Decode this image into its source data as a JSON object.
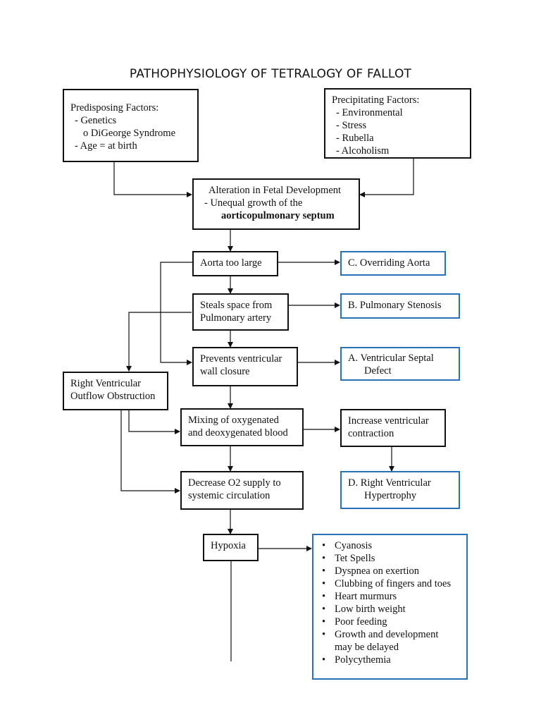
{
  "title": "PATHOPHYSIOLOGY OF TETRALOGY OF FALLOT",
  "colors": {
    "outline": "#111111",
    "manifestation_outline": "#2a72b8"
  },
  "predisposing": {
    "heading": "Predisposing Factors:",
    "item1": "-   Genetics",
    "item1_sub": "o   DiGeorge Syndrome",
    "item2": "-   Age = at birth"
  },
  "precipitating": {
    "heading": "Precipitating Factors:",
    "items": [
      "-   Environmental",
      "-   Stress",
      "-   Rubella",
      "-   Alcoholism"
    ]
  },
  "alteration": {
    "line1": "Alteration in Fetal Development",
    "line2": "-   Unequal growth of the",
    "line3": "aorticopulmonary septum"
  },
  "aorta_large": "Aorta too large",
  "steals": {
    "line1": "Steals space from",
    "line2": "Pulmonary artery"
  },
  "prevents": {
    "line1": "Prevents ventricular",
    "line2": "wall closure"
  },
  "rvoo": {
    "line1": "Right Ventricular",
    "line2": "Outflow Obstruction"
  },
  "mixing": {
    "line1": "Mixing of oxygenated",
    "line2": "and deoxygenated blood"
  },
  "decrease": {
    "line1": "Decrease O2 supply to",
    "line2": "systemic circulation"
  },
  "hypoxia": "Hypoxia",
  "increase": {
    "line1": "Increase ventricular",
    "line2": "contraction"
  },
  "defects": {
    "c": "C.  Overriding Aorta",
    "b": "B.  Pulmonary Stenosis",
    "a1": "A.  Ventricular Septal",
    "a2": "Defect",
    "d1": "D.  Right Ventricular",
    "d2": "Hypertrophy"
  },
  "manifestations": [
    "Cyanosis",
    "Tet Spells",
    "Dyspnea on exertion",
    "Clubbing of fingers and toes",
    "Heart murmurs",
    "Low birth weight",
    "Poor feeding",
    "Growth and development",
    "may be delayed",
    "Polycythemia"
  ]
}
